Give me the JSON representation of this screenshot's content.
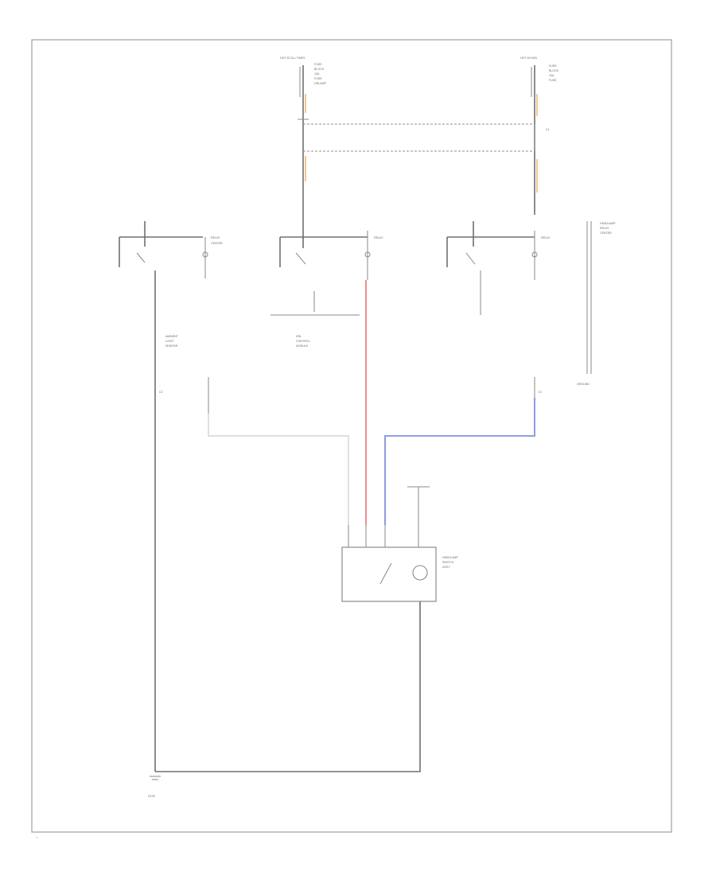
{
  "diagram": {
    "colors": {
      "frame": "#9a9a9a",
      "wire": "#707070",
      "wire_orange": "#f0c898",
      "wire_white": "#dcdcdc",
      "wire_red": "#f08080",
      "wire_blue": "#8090e0"
    },
    "labels": {
      "fuse_block_left": [
        "HOT AT ALL TIMES",
        "FUSE",
        "BLOCK",
        "10A",
        "FUSE",
        "DRLAMP"
      ],
      "fuse_block_right": [
        "HOT IN RUN",
        "FUSE",
        "BLOCK",
        "10A",
        "FUSE"
      ],
      "relay_1": [
        "RELAY",
        "CENTER"
      ],
      "relay_2": [
        "RELAY"
      ],
      "relay_3": [
        "RELAY"
      ],
      "side_note": [
        "HEADLAMP",
        "RELAY",
        "CENTER"
      ],
      "mid_switch": [
        "DRL",
        "CONTROL",
        "MODULE"
      ],
      "left_component": [
        "AMBIENT",
        "LIGHT",
        "SENSOR"
      ],
      "right_connector": [
        "GROUND"
      ],
      "connector_tags": [
        "C1",
        "C2",
        "C3"
      ],
      "switch_assembly": [
        "HEADLAMP",
        "SWITCH",
        "ASSY"
      ],
      "ground_label": [
        "G100"
      ],
      "footer": "i"
    }
  }
}
